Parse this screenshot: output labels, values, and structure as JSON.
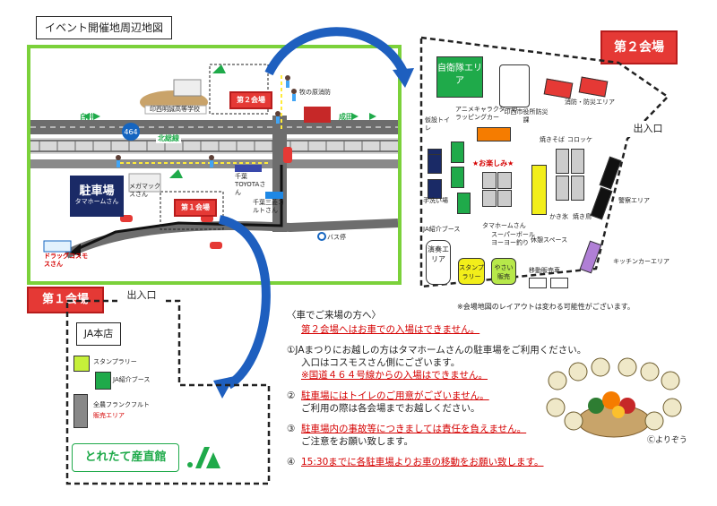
{
  "title": "イベント開催地周辺地図",
  "map": {
    "road_left": "白井",
    "road_right": "成田",
    "route_number": "464",
    "railway": "北総線",
    "school": "印西明誠高等学校",
    "fire_training": "牧の原消防",
    "venue2_label": "第２会場",
    "venue1_label": "第１会場",
    "parking_label": "駐車場",
    "parking_sub": "タマホームさん",
    "megamax": "メガマックスさん",
    "toyota": "千葉TOYOTAさん",
    "corolla": "千葉三菱コルトさん",
    "drug": "ドラッグコスモスさん",
    "bus_stop": "バス停"
  },
  "venue2": {
    "tag": "第２会場",
    "entrance": "出入口",
    "sdf_area": "自衛隊エリア",
    "anime_car": "アニメキャラクターのラッピングカー",
    "kari_toilet": "仮設トイレ",
    "inzai_ofc": "印西市役所防災課",
    "fire_area": "消防・防災エリア",
    "yakisoba": "焼きそば",
    "korokke": "コロッケ",
    "kakigori": "かき氷",
    "yakitori": "焼き鳥",
    "otanoshimi": "★お楽しみ★",
    "tamahome": "タマホームさん",
    "superball": "スーパーボールヨーヨー釣り",
    "handwash": "手洗い場",
    "ja_booth": "JA紹介ブース",
    "rest_space": "休憩スペース",
    "police_area": "警察エリア",
    "kitchen_car": "キッチンカーエリア",
    "performance": "演奏エリア",
    "stamp_rally": "スタンプラリー",
    "vegetable": "やさい販売",
    "mobile_shop": "移動販売車",
    "layout_note": "※会場地図のレイアウトは変わる可能性がございます。"
  },
  "venue1": {
    "tag": "第１会場",
    "entrance": "出入口",
    "ja_honten": "JA本店",
    "stamp_rally": "スタンプラリー",
    "ja_booth": "JA紹介ブース",
    "frankfurt": "全農フランクフルト",
    "sales_area": "販売エリア",
    "shop_name": "とれたて産直館"
  },
  "notes": {
    "header": "〈車でご来場の方へ〉",
    "n0": "第２会場へはお車での入場はできません。",
    "n1a": "①JAまつりにお越しの方はタマホームさんの駐車場をご利用ください。",
    "n1b": "入口はコスモスさん側にございます。",
    "n1c": "※国道４６４号線からの入場はできません。",
    "n2a": "②",
    "n2b": "駐車場にはトイレのご用意がございません。",
    "n2c": "ご利用の際は各会場までお越しください。",
    "n3a": "③",
    "n3b": "駐車場内の事故等につきましては責任を負えません。",
    "n3c": "ご注意をお願い致します。",
    "n4a": "④",
    "n4b": "15:30までに各駐車場よりお車の移動をお願い致します。",
    "credit": "Ⓒよりぞう"
  },
  "colors": {
    "green_frame": "#7bd13a",
    "red": "#e53935",
    "navy": "#1a2a66",
    "green_booth": "#1faa4a",
    "yellow": "#f2ee1a",
    "lime": "#b7e84a"
  }
}
